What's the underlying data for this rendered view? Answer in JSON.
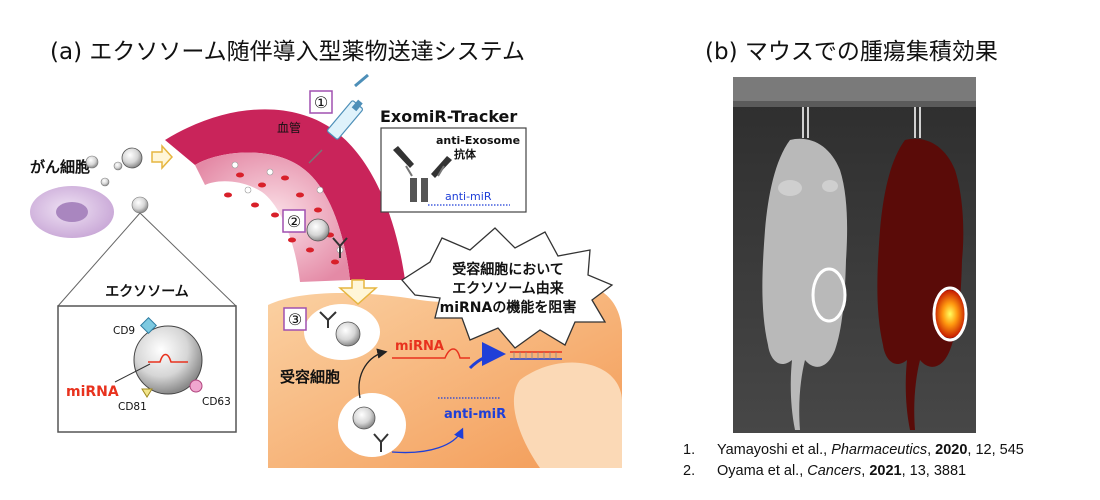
{
  "panel_a": {
    "title": "(a) エクソソーム随伴導入型薬物送達システム",
    "cancer_cell_label": "がん細胞",
    "blood_vessel_label": "血管",
    "tracker_title": "ExomiR-Tracker",
    "antibody_label_line1": "anti-Exosome",
    "antibody_label_line2": "抗体",
    "anti_mir_label": "anti-miR",
    "exosome_box_title": "エクソソーム",
    "cd9": "CD9",
    "cd81": "CD81",
    "cd63": "CD63",
    "mirna_label": "miRNA",
    "callout_line1": "受容細胞において",
    "callout_line2": "エクソソーム由来",
    "callout_line3": "miRNAの機能を阻害",
    "recipient_label": "受容細胞",
    "recipient_mirna": "miRNA",
    "recipient_anti_mir": "anti-miR",
    "step1": "①",
    "step2": "②",
    "step3": "③"
  },
  "panel_b": {
    "title": "(b) マウスでの腫瘍集積効果"
  },
  "references": [
    {
      "num": "1.",
      "authors": "Yamayoshi et al., ",
      "journal": "Pharmaceutics",
      "sep": ", ",
      "year": "2020",
      "rest": ", 12, 545"
    },
    {
      "num": "2.",
      "authors": "Oyama et al., ",
      "journal": "Cancers",
      "sep": ", ",
      "year": "2021",
      "rest": ", 13, 3881"
    }
  ],
  "colors": {
    "vessel": "#c9245a",
    "vessel_inner": "#f4b6c8",
    "recipient_cell": "#f7b77a",
    "cancer_cell": "#d8c0e4",
    "mirna_red": "#e8321e",
    "anti_mir_blue": "#1f3fd8",
    "step_box": "#a050b0"
  }
}
